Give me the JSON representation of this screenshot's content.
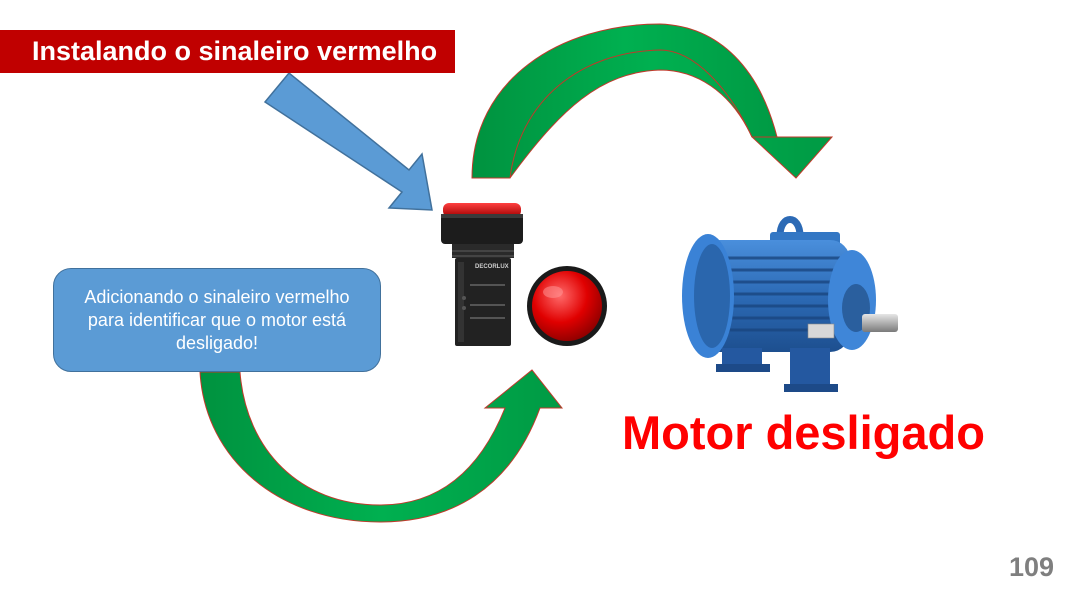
{
  "slide": {
    "title": "Instalando o sinaleiro vermelho",
    "callout_text": "Adicionando o sinaleiro vermelho para identificar que o motor está desligado!",
    "status_text": "Motor desligado",
    "page_number": "109",
    "pilot_light_brand": "DECORLUX",
    "colors": {
      "banner": "#c00000",
      "status_text": "#ff0000",
      "callout_fill": "#5b9bd5",
      "arrow_green": "#00b050",
      "arrow_blue": "#5b9bd5",
      "motor_blue": "#2f6fb8",
      "lamp_red": "#e00000"
    }
  }
}
